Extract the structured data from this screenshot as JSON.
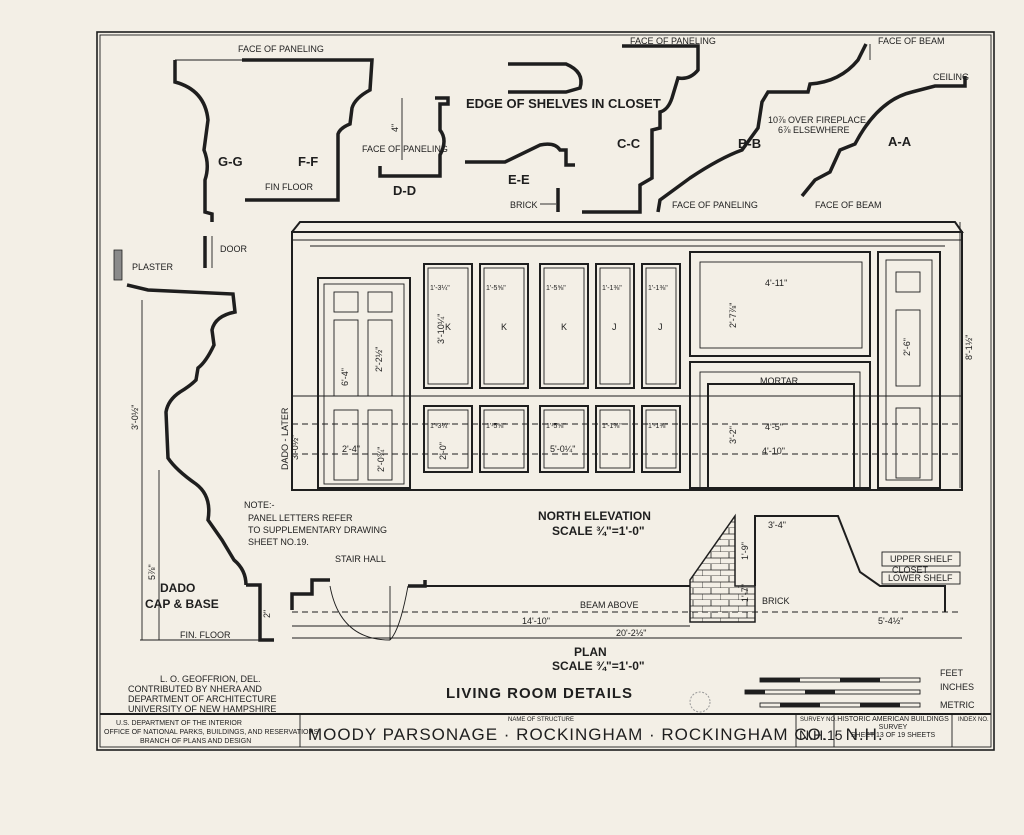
{
  "sheet": {
    "title": "MOODY PARSONAGE · ROCKINGHAM · ROCKINGHAM CO. · N.H.",
    "name_label": "NAME OF STRUCTURE",
    "survey_label": "SURVEY NO.",
    "survey_no": "N.H.15",
    "habs": "HISTORIC AMERICAN BUILDINGS SURVEY",
    "sheet_of": "SHEET 13 OF 19 SHEETS",
    "index_label": "INDEX NO.",
    "agency_1": "U.S. DEPARTMENT OF THE INTERIOR",
    "agency_2": "OFFICE OF NATIONAL PARKS, BUILDINGS, AND RESERVATIONS",
    "agency_3": "BRANCH OF PLANS AND DESIGN",
    "drawing_title": "LIVING ROOM DETAILS",
    "credit_1": "L. O. GEOFFRION, DEL.",
    "credit_2": "CONTRIBUTED BY NHERA AND",
    "credit_3": "DEPARTMENT OF ARCHITECTURE",
    "credit_4": "UNIVERSITY OF NEW HAMPSHIRE",
    "scale_feet": "FEET",
    "scale_inches": "INCHES",
    "scale_metric": "METRIC"
  },
  "profiles": {
    "face_of_paneling": "FACE OF PANELING",
    "face_of_beam": "FACE OF BEAM",
    "ceiling": "CEILING",
    "gg": "G-G",
    "ff": "F-F",
    "fin_floor": "FIN FLOOR",
    "door": "DOOR",
    "dd": "D-D",
    "dd_height": "4\"",
    "shelves": "EDGE OF SHELVES IN CLOSET",
    "ee": "E-E",
    "brick": "BRICK",
    "cc": "C-C",
    "bb": "B-B",
    "bb_note_1": "10⅞ OVER FIREPLACE",
    "bb_note_2": "6⅞ ELSEWHERE",
    "aa": "A-A"
  },
  "dado": {
    "plaster": "PLASTER",
    "title_1": "DADO",
    "title_2": "CAP & BASE",
    "fin_floor": "FIN. FLOOR",
    "dim_total": "3'-0½\"",
    "dim_lower": "5⅞\"",
    "dim_base": "2\""
  },
  "elevation": {
    "title": "NORTH ELEVATION",
    "scale": "SCALE ¾\"=1'-0\"",
    "note_1": "NOTE:-",
    "note_2": "PANEL LETTERS REFER",
    "note_3": "TO SUPPLEMENTARY DRAWING",
    "note_4": "SHEET NO.19.",
    "mortar": "MORTAR",
    "dado_later": "DADO - LATER",
    "dado_height": "3'-0½\"",
    "panel_letters": [
      "K",
      "K",
      "K",
      "J",
      "J"
    ],
    "upper_widths": [
      "1'-3¼\"",
      "1'-5⅝\"",
      "1'-5⅝\"",
      "1'-1⅜\"",
      "1'-1⅜\""
    ],
    "upper_height": "3'-10¼\"",
    "lower_height": "2'-0\"",
    "lower_span": "5'-0¼\"",
    "door_upper": "6'-4\"",
    "door_mid": "2'-2½\"",
    "door_w": "2'-4\"",
    "door_lower": "2'-0¾\"",
    "over_w": "4'-11\"",
    "over_h": "2'-7⅞\"",
    "fire_w": "4'-5\"",
    "fire_w2": "4'-10\"",
    "fire_h": "3'-2\"",
    "cup_h": "2'-6\"",
    "total_h": "8'-1½\""
  },
  "plan": {
    "title": "PLAN",
    "scale": "SCALE ¾\"=1'-0\"",
    "stair_hall": "STAIR HALL",
    "beam_above": "BEAM ABOVE",
    "brick": "BRICK",
    "upper_shelf": "UPPER SHELF",
    "closet": "CLOSET",
    "lower_shelf": "LOWER SHELF",
    "dim_a": "14'-10\"",
    "dim_total": "20'-2½\"",
    "dim_c": "5'-4½\"",
    "dim_top": "3'-4\"",
    "dim_side": "1'-9\"",
    "dim_side2": "1'-7\""
  }
}
